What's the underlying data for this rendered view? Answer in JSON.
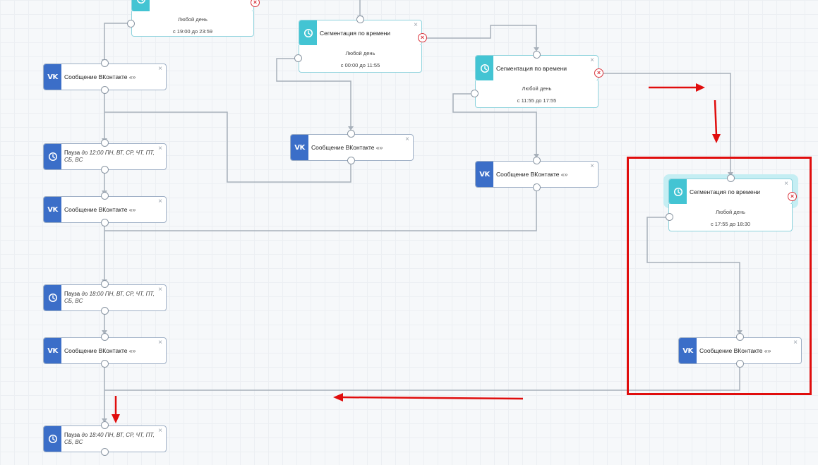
{
  "labels": {
    "vk_message": "Сообщение ВКонтакте",
    "vk_suffix": "«»",
    "segmentation": "Сегментация по времени",
    "any_day": "Любой день",
    "pause_prefix": "Пауза",
    "pause_days": "ПН, ВТ, СР, ЧТ, ПТ, СБ, ВС",
    "close_glyph": "×",
    "error_glyph": "×",
    "vk_icon": "VK"
  },
  "segments": [
    {
      "time": "с 19:00 до 23:59"
    },
    {
      "time": "с 00:00 до 11:55"
    },
    {
      "time": "с 11:55 до 17:55"
    },
    {
      "time": "с 17:55 до 18:30"
    }
  ],
  "pauses": [
    {
      "until": "до 12:00"
    },
    {
      "until": "до 18:00"
    },
    {
      "until": "до 18:40"
    }
  ],
  "icons": {
    "vk": "vk-icon",
    "clock": "clock-icon",
    "close": "close-icon",
    "error": "error-icon"
  },
  "colors": {
    "vk_blue": "#3b6ec8",
    "seg_teal": "#43c4d3",
    "highlight_red": "#e00d0d",
    "error_red": "#d9343c",
    "wire": "#a7b0ba"
  }
}
